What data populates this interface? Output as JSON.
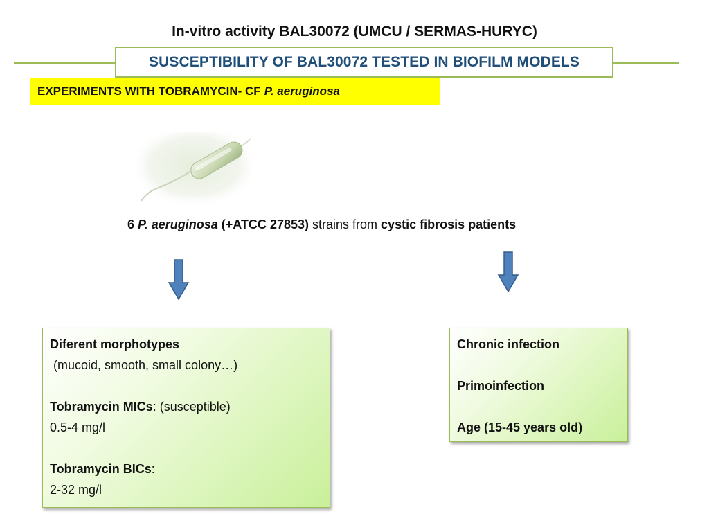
{
  "header": {
    "title": "In-vitro activity BAL30072 (UMCU / SERMAS-HURYC)",
    "subtitle": "SUSCEPTIBILITY OF BAL30072 TESTED IN BIOFILM MODELS",
    "section_label": "EXPERIMENTS WITH TOBRAMYCIN- CF",
    "section_label_italic": "P. aeruginosa"
  },
  "colors": {
    "accent_green": "#9bbb59",
    "subtitle_text": "#1f4e79",
    "highlight_yellow": "#ffff00",
    "arrow_blue": "#4f81bd"
  },
  "image": {
    "icon": "bacterium-icon"
  },
  "strains": {
    "count": "6",
    "species": "P. aeruginosa",
    "atcc": "(+ATCC 27853)",
    "middle": "strains from",
    "source": "cystic fibrosis patients"
  },
  "left_box": {
    "heading": "Diferent morphotypes",
    "morphotypes": "(mucoid, smooth, small colony…)",
    "mic_label": "Tobramycin MICs",
    "mic_note": ": (susceptible)",
    "mic_value": "0.5-4 mg/l",
    "bic_label": "Tobramycin BICs",
    "bic_colon": ":",
    "bic_value": "2-32 mg/l"
  },
  "right_box": {
    "item1": "Chronic infection",
    "item2": "Primoinfection",
    "item3": "Age (15-45 years old)"
  }
}
